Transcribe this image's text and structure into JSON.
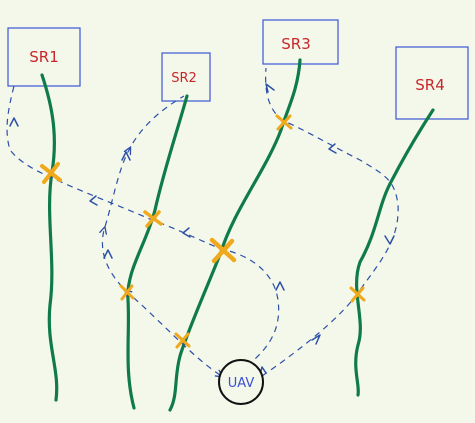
{
  "colors": {
    "background": "#f4f8ea",
    "box_border": "#3a55d6",
    "box_label": "#c8262a",
    "line": "#0f7a4a",
    "path": "#2d4fa8",
    "crossing": "#f0a81c",
    "uav_border": "#111111",
    "uav_label": "#3a4fd8"
  },
  "boxes": [
    {
      "id": "sr1",
      "label": "SR1"
    },
    {
      "id": "sr2",
      "label": "SR2"
    },
    {
      "id": "sr3",
      "label": "SR3"
    },
    {
      "id": "sr4",
      "label": "SR4"
    }
  ],
  "uav": {
    "label": "UAV"
  },
  "legend_icons": {
    "crossing": "x-marker-icon",
    "arrow": "arrowhead-icon"
  }
}
